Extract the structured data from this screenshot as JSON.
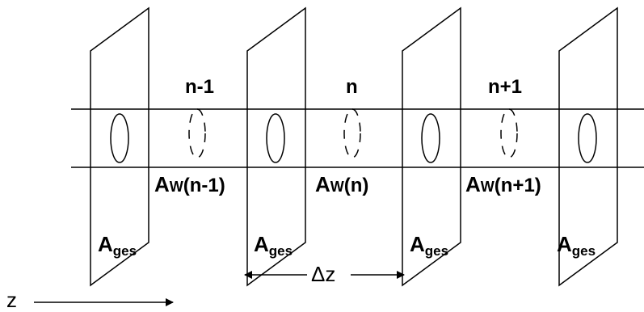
{
  "diagram": {
    "cell_labels": [
      "n-1",
      "n",
      "n+1"
    ],
    "wall_area_labels": [
      {
        "main": "A",
        "sub": "W",
        "arg": "(n-1)"
      },
      {
        "main": "A",
        "sub": "W",
        "arg": "(n)"
      },
      {
        "main": "A",
        "sub": "W",
        "arg": "(n+1)"
      }
    ],
    "cross_section_labels": [
      {
        "main": "A",
        "sub": "ges"
      },
      {
        "main": "A",
        "sub": "ges"
      },
      {
        "main": "A",
        "sub": "ges"
      },
      {
        "main": "A",
        "sub": "ges"
      }
    ],
    "delta_label": "Δz",
    "axis_label": "z"
  }
}
